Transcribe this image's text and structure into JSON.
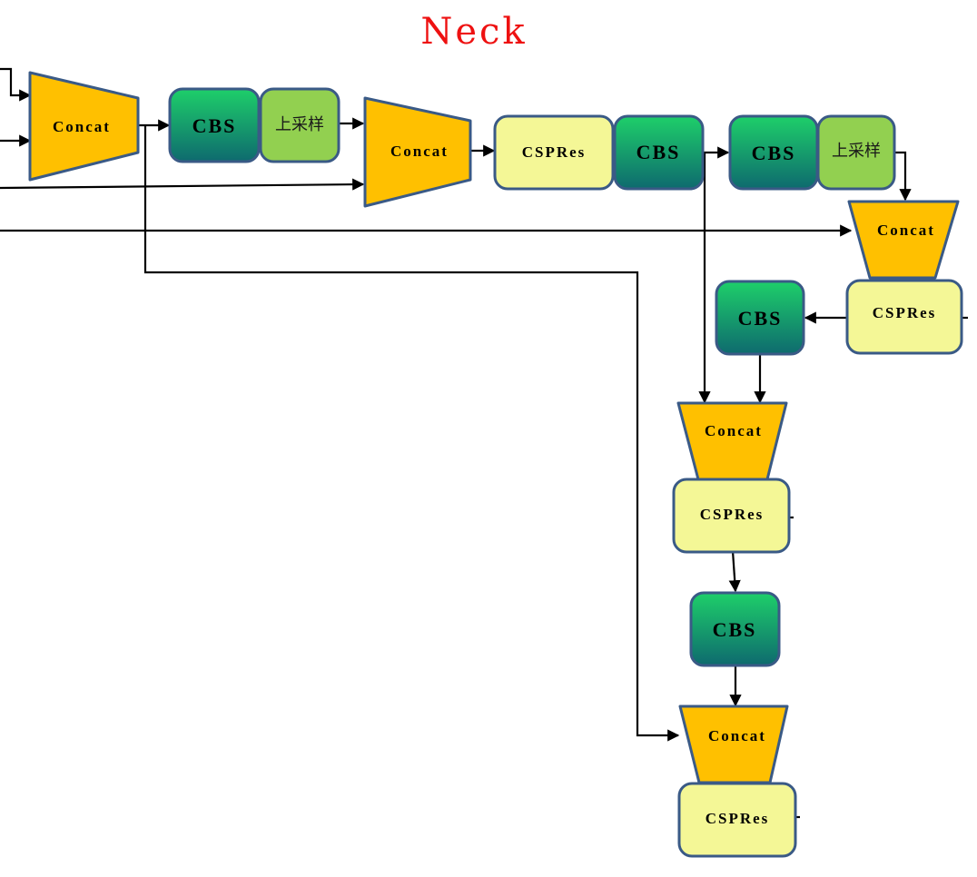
{
  "title": "Neck",
  "labels": {
    "concat": "Concat",
    "cbs": "CBS",
    "cspres": "CSPRes",
    "upsample": "上采样"
  },
  "colors": {
    "title": "#ee1111",
    "concat_fill": "#ffc000",
    "cbs_fill_top": "#1ecf6a",
    "cbs_fill_bottom": "#0e6a6e",
    "cspres_fill": "#f4f796",
    "upsample_fill": "#92d050",
    "outline": "#3a5a86",
    "line": "#000000"
  }
}
